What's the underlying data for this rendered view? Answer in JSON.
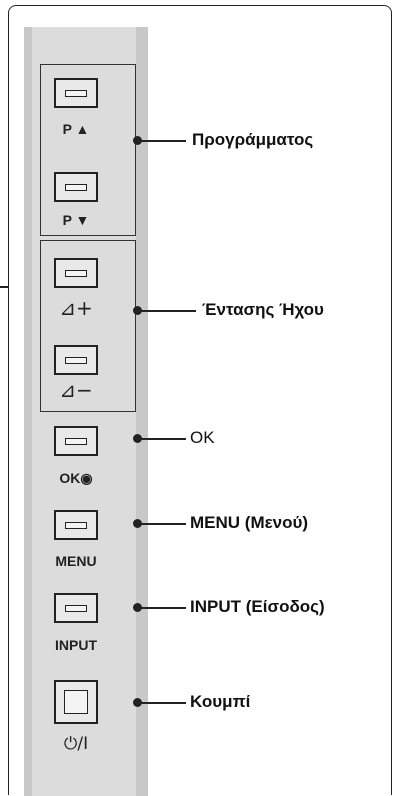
{
  "buttons": {
    "prog_up_label": "P ▲",
    "prog_down_label": "P ▼",
    "vol_up_symbol": "⊿+",
    "vol_down_symbol": "⊿−",
    "ok_label": "OK◉",
    "menu_label": "MENU",
    "input_label": "INPUT",
    "power_symbol": "⏻/I"
  },
  "callouts": {
    "programme": "Προγράμματος",
    "volume": "Έντασης Ήχου",
    "ok": "OK",
    "menu": "MENU (Μενού)",
    "input": "INPUT (Είσοδος)",
    "power": "Κουμπί"
  }
}
